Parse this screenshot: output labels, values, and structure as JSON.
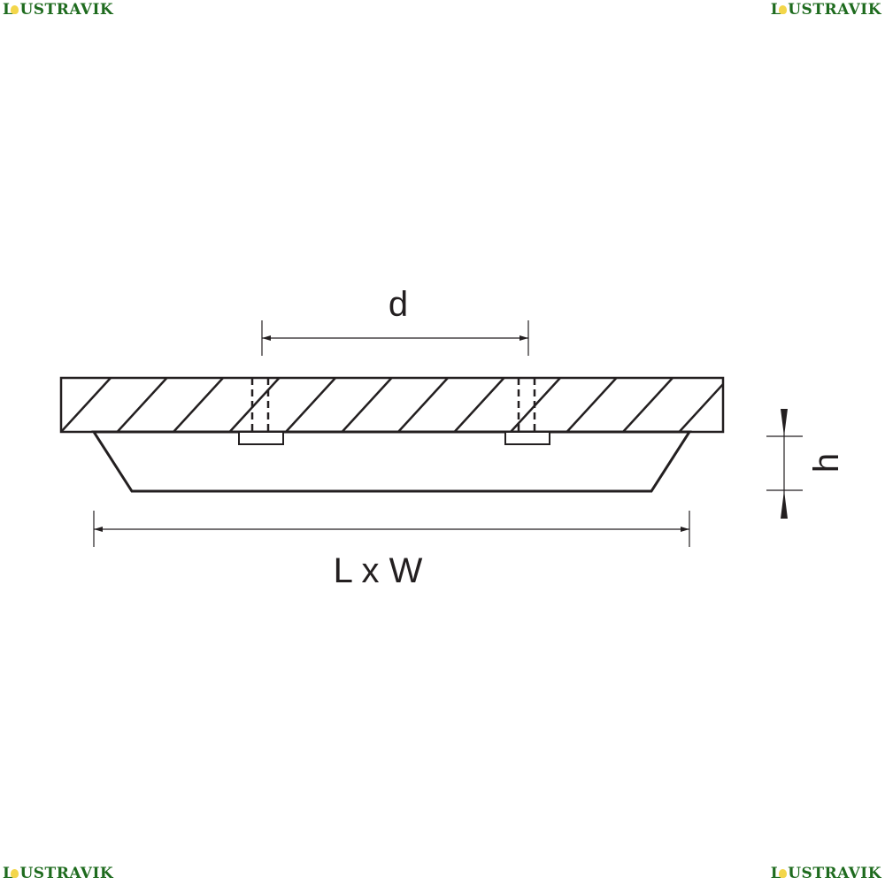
{
  "brand": {
    "logo_text": "LUSTRAVIK",
    "logo_first": "L",
    "logo_rest": "USTRAVIK",
    "color": "#1e6b1e",
    "bulb_color": "#f3d64a"
  },
  "diagram": {
    "labels": {
      "d": "d",
      "h": "h",
      "lw": "L x W"
    },
    "line_color": "#231f20"
  }
}
